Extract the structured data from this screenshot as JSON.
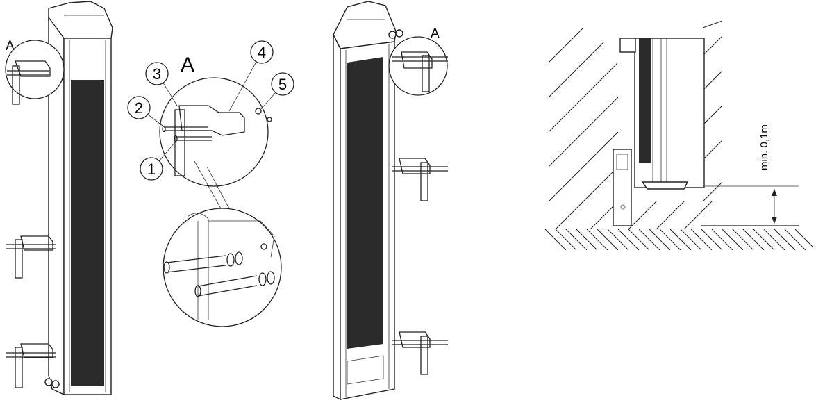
{
  "labels": {
    "detail_a": "A",
    "detail_a_left": "A",
    "detail_a_right": "A",
    "part_1": "1",
    "part_2": "2",
    "part_3": "3",
    "part_4": "4",
    "part_5": "5",
    "min_clearance": "min. 0,1m"
  }
}
